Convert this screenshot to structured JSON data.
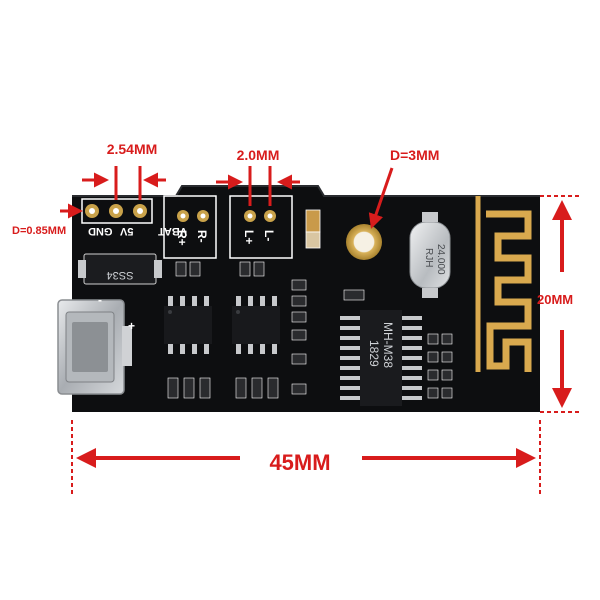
{
  "dimensions": {
    "pin_pitch": "2.54MM",
    "speaker_pitch": "2.0MM",
    "hole_diameter": "D=3MM",
    "pin_hole": "D=0.85MM",
    "height": "20MM",
    "width": "45MM"
  },
  "silkscreen": {
    "gnd": "GND",
    "five_v": "5V",
    "vbat": "VBAT",
    "r_plus": "R+",
    "r_minus": "R-",
    "l_plus": "L+",
    "l_minus": "L-",
    "plus": "+",
    "minus": "-"
  },
  "chips": {
    "diode": "SS34",
    "bt_module": "MH-M38",
    "bt_module_code": "1829",
    "crystal": "RJH",
    "crystal_freq": "24.000"
  },
  "colors": {
    "board": "#0d0e10",
    "dimension_red": "#d81c1c",
    "gold_pad": "#c9a24a",
    "copper": "#d9a94e"
  }
}
